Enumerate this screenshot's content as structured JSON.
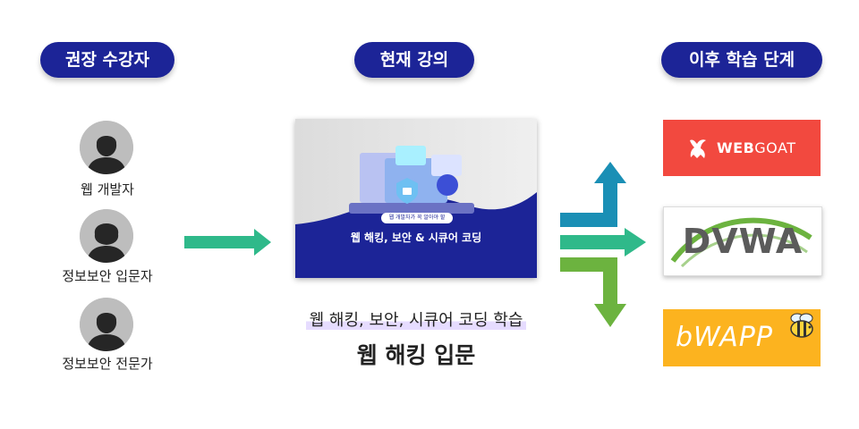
{
  "headers": {
    "audience": "권장 수강자",
    "current": "현재 강의",
    "next": "이후 학습 단계"
  },
  "audience": [
    {
      "label": "웹 개발자"
    },
    {
      "label": "정보보안 입문자"
    },
    {
      "label": "정보보안 전문가"
    }
  ],
  "course": {
    "thumbnail_tag": "웹 개발자가 꼭 알아야 할",
    "thumbnail_title": "웹 해킹, 보안 & 시큐어 코딩",
    "subtitle": "웹 해킹, 보안, 시큐어 코딩 학습",
    "title": "웹 해킹 입문"
  },
  "next_steps": {
    "webgoat": {
      "bold": "WEB",
      "rest": "GOAT"
    },
    "dvwa": "DVWA",
    "bwapp": "bWAPP"
  },
  "colors": {
    "pill": "#1c2497",
    "arrow_green": "#2fb98a",
    "arrow_teal": "#1a8fb5",
    "arrow_lime": "#6cb33f",
    "webgoat_bg": "#f2493f",
    "bwapp_bg": "#fcb31f"
  }
}
